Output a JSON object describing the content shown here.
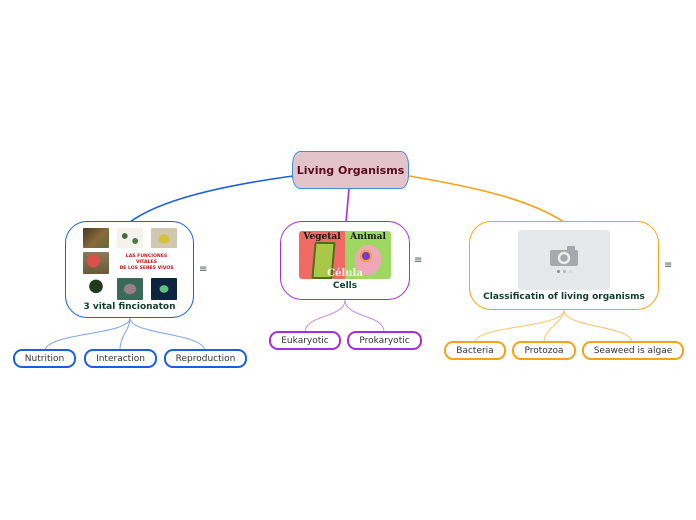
{
  "root": {
    "label": "Living Organisms",
    "fill": "#e2c4ca",
    "border": "#3f8fd4",
    "text_color": "#5a0b1d"
  },
  "branches": [
    {
      "id": "functions",
      "label": "3 vital fincionaton",
      "color": "#1a5fe0",
      "image": {
        "kind": "collage",
        "caption_lines": [
          "LAS FUNCIONES",
          "VITALES",
          "DE LOS SERES VIVOS"
        ]
      },
      "menu_icon": "hamburger-icon",
      "children": [
        "Nutrition",
        "Interaction",
        "Reproduction"
      ]
    },
    {
      "id": "cells",
      "label": "Cells",
      "color": "#a42ee0",
      "image": {
        "kind": "cell-illustration",
        "left_title": "Vegetal",
        "right_title": "Animal",
        "caption": "Célula"
      },
      "menu_icon": "hamburger-icon",
      "children": [
        "Eukaryotic",
        "Prokaryotic"
      ]
    },
    {
      "id": "classification",
      "label": "Classificatin of living organisms",
      "color": "#f5a216",
      "image": {
        "kind": "placeholder",
        "icon": "camera-icon"
      },
      "menu_icon": "hamburger-icon",
      "children": [
        "Bacteria",
        "Protozoa",
        "Seaweed is algae"
      ]
    }
  ],
  "menu_glyph": "≡"
}
